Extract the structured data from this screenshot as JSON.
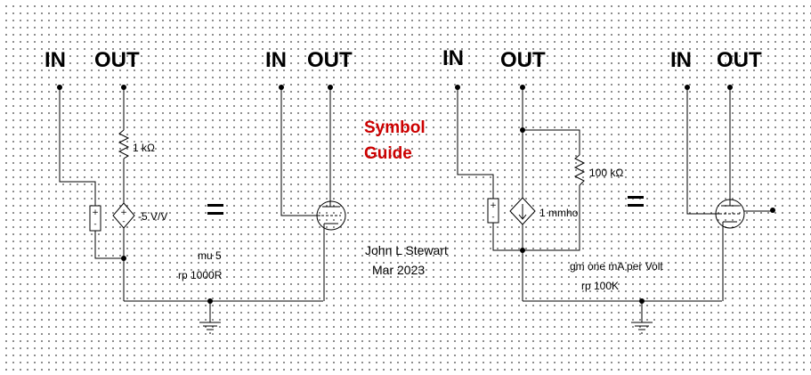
{
  "title": [
    "Symbol",
    "Guide"
  ],
  "author": "John L Stewart",
  "date": "Mar 2023",
  "equals_sign": "=",
  "circuit_1": {
    "in_label": "IN",
    "out_label": "OUT",
    "resistor_value": "1 kΩ",
    "source_value": "-5 V/V",
    "param_mu": "mu 5",
    "param_rp": "rp 1000R"
  },
  "triode_1": {
    "in_label": "IN",
    "out_label": "OUT"
  },
  "circuit_2": {
    "in_label": "IN",
    "out_label": "OUT",
    "resistor_value": "100 kΩ",
    "source_value": "1 mmho",
    "param_gm": "gm one mA per Volt",
    "param_rp": "rp 100K"
  },
  "triode_2": {
    "in_label": "IN",
    "out_label": "OUT"
  },
  "colors": {
    "title": "#cc0000",
    "wire": "#000000",
    "grid_dot": "#6f6f6f"
  }
}
